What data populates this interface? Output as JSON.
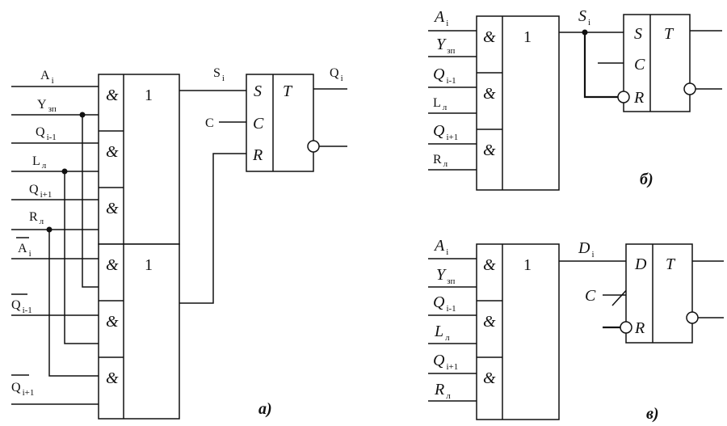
{
  "diagram_a": {
    "caption": "а)",
    "inputs": {
      "a": {
        "main": "A",
        "sub": "i"
      },
      "y": {
        "main": "Y",
        "sub": "зп"
      },
      "qm": {
        "main": "Q",
        "sub": "i-1"
      },
      "l": {
        "main": "L",
        "sub": "л"
      },
      "qp": {
        "main": "Q",
        "sub": "i+1"
      },
      "r": {
        "main": "R",
        "sub": "л"
      },
      "a_inv": {
        "main": "A",
        "sub": "i"
      },
      "qm_inv": {
        "main": "Q",
        "sub": "i-1"
      },
      "qp_inv": {
        "main": "Q",
        "sub": "i+1"
      }
    },
    "and_symbol": "&",
    "or_symbol": "1",
    "s_out": {
      "main": "S",
      "sub": "i"
    },
    "clock": "C",
    "flipflop": {
      "s": "S",
      "c": "C",
      "r": "R",
      "t": "T"
    },
    "q_out": {
      "main": "Q",
      "sub": "i"
    }
  },
  "diagram_b": {
    "caption": "б)",
    "inputs": {
      "a": {
        "main": "A",
        "sub": "i"
      },
      "y": {
        "main": "Y",
        "sub": "зп"
      },
      "qm": {
        "main": "Q",
        "sub": "i-1"
      },
      "l": {
        "main": "L",
        "sub": "л"
      },
      "qp": {
        "main": "Q",
        "sub": "i+1"
      },
      "r": {
        "main": "R",
        "sub": "л"
      }
    },
    "and_symbol": "&",
    "or_symbol": "1",
    "s_out": {
      "main": "S",
      "sub": "i"
    },
    "flipflop": {
      "s": "S",
      "c": "C",
      "r": "R",
      "t": "T"
    }
  },
  "diagram_c": {
    "caption": "в)",
    "inputs": {
      "a": {
        "main": "A",
        "sub": "i"
      },
      "y": {
        "main": "Y",
        "sub": "зп"
      },
      "qm": {
        "main": "Q",
        "sub": "i-1"
      },
      "l": {
        "main": "L",
        "sub": "л"
      },
      "qp": {
        "main": "Q",
        "sub": "i+1"
      },
      "r": {
        "main": "R",
        "sub": "л"
      }
    },
    "and_symbol": "&",
    "or_symbol": "1",
    "d_out": {
      "main": "D",
      "sub": "i"
    },
    "clock": "C",
    "flipflop": {
      "d": "D",
      "r": "R",
      "t": "T"
    }
  }
}
